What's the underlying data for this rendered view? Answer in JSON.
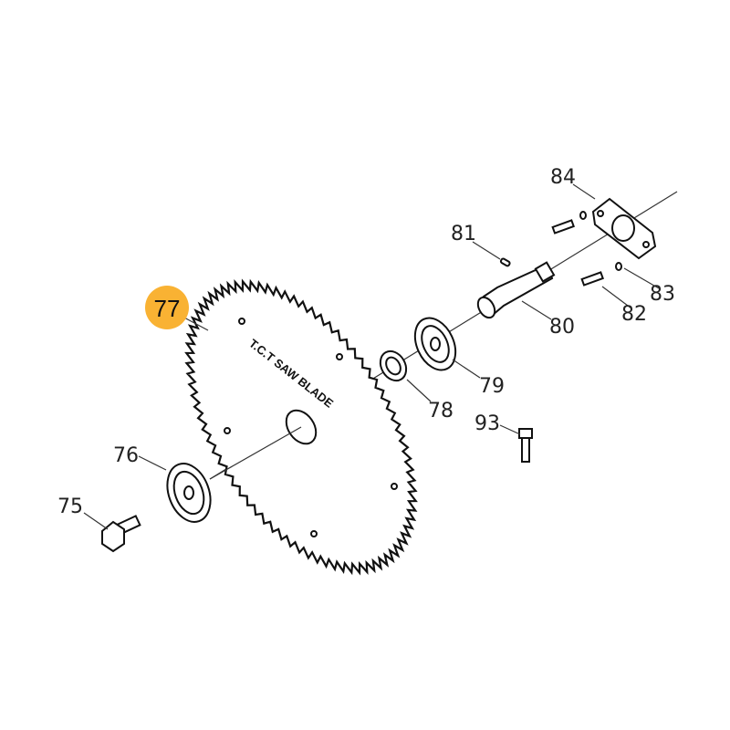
{
  "diagram": {
    "highlight_color": "#F9B233",
    "highlighted_part": "77",
    "blade_text": "T.C.T SAW BLADE",
    "parts": [
      {
        "id": "p75",
        "label": "75"
      },
      {
        "id": "p76",
        "label": "76"
      },
      {
        "id": "p77",
        "label": "77"
      },
      {
        "id": "p78",
        "label": "78"
      },
      {
        "id": "p79",
        "label": "79"
      },
      {
        "id": "p80",
        "label": "80"
      },
      {
        "id": "p81",
        "label": "81"
      },
      {
        "id": "p82",
        "label": "82"
      },
      {
        "id": "p83",
        "label": "83"
      },
      {
        "id": "p84",
        "label": "84"
      },
      {
        "id": "p93",
        "label": "93"
      }
    ]
  }
}
